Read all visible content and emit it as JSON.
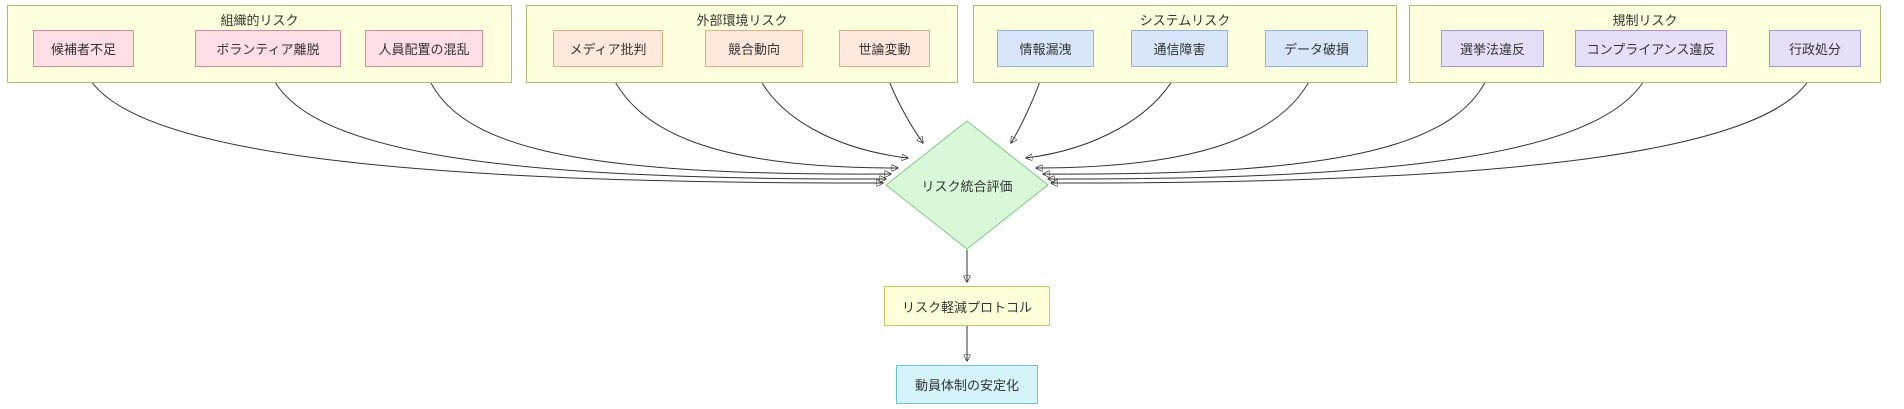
{
  "diagram": {
    "clusters": [
      {
        "title": "組織的リスク",
        "nodes": [
          {
            "label": "候補者不足"
          },
          {
            "label": "ボランティア離脱"
          },
          {
            "label": "人員配置の混乱"
          }
        ]
      },
      {
        "title": "外部環境リスク",
        "nodes": [
          {
            "label": "メディア批判"
          },
          {
            "label": "競合動向"
          },
          {
            "label": "世論変動"
          }
        ]
      },
      {
        "title": "システムリスク",
        "nodes": [
          {
            "label": "情報漏洩"
          },
          {
            "label": "通信障害"
          },
          {
            "label": "データ破損"
          }
        ]
      },
      {
        "title": "規制リスク",
        "nodes": [
          {
            "label": "選挙法違反"
          },
          {
            "label": "コンプライアンス違反"
          },
          {
            "label": "行政処分"
          }
        ]
      }
    ],
    "decision": {
      "label": "リスク統合評価"
    },
    "process": {
      "label": "リスク軽減プロトコル"
    },
    "outcome": {
      "label": "動員体制の安定化"
    },
    "colors": {
      "cluster_fill": "#ffffde",
      "cluster_border": "#b8b86e",
      "organizational_node_fill": "#ffdfe6",
      "external_node_fill": "#ffe9dc",
      "system_node_fill": "#d7e7f9",
      "regulatory_node_fill": "#e6dff7",
      "decision_fill": "#d9f7d9",
      "decision_border": "#82c785",
      "process_fill": "#ffffd9",
      "outcome_fill": "#d4f4fa",
      "edge": "#333333"
    }
  }
}
